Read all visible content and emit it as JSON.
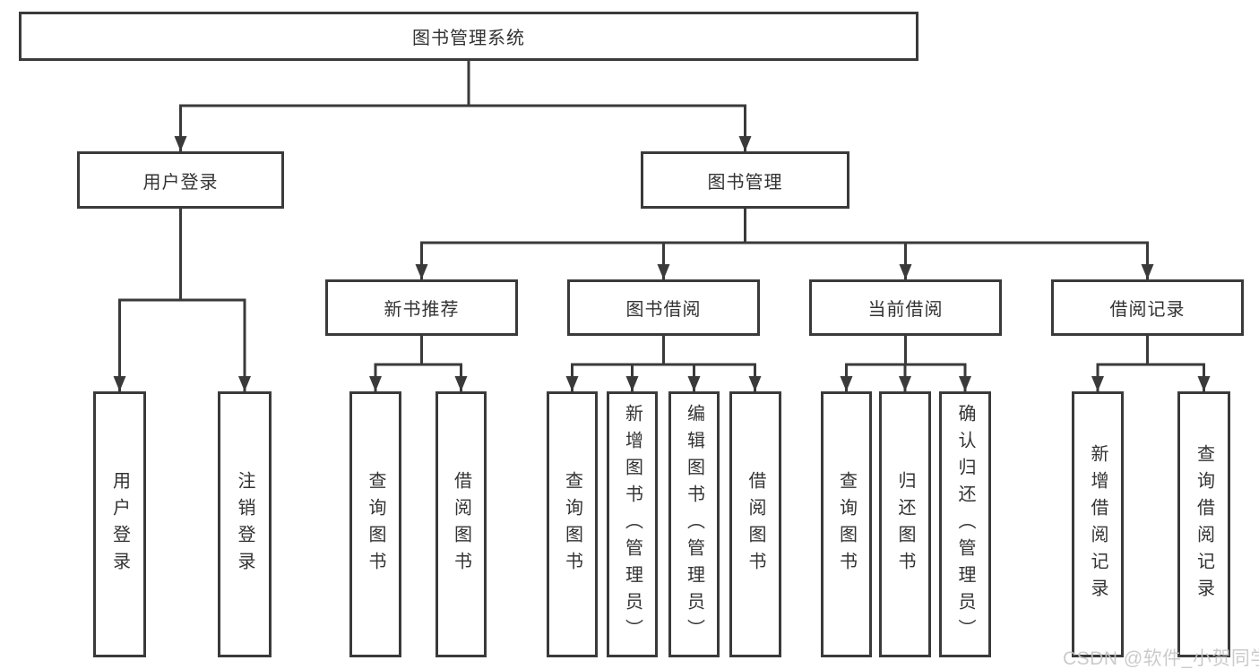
{
  "diagram": {
    "title": "图书管理系统",
    "nodes": {
      "root": {
        "label": "图书管理系统"
      },
      "user_login": {
        "label": "用户登录"
      },
      "book_management": {
        "label": "图书管理"
      },
      "new_book_recommend": {
        "label": "新书推荐"
      },
      "book_borrow": {
        "label": "图书借阅"
      },
      "current_borrow": {
        "label": "当前借阅"
      },
      "borrow_records": {
        "label": "借阅记录"
      },
      "leaf_user_login": {
        "label": "用户登录"
      },
      "leaf_logout": {
        "label": "注销登录"
      },
      "leaf_query_book_recommend": {
        "label": "查询图书"
      },
      "leaf_borrow_book_recommend": {
        "label": "借阅图书"
      },
      "leaf_query_book_borrow": {
        "label": "查询图书"
      },
      "leaf_add_book_admin": {
        "label": "新增图书（管理员）"
      },
      "leaf_edit_book_admin": {
        "label": "编辑图书（管理员）"
      },
      "leaf_borrow_book_borrow": {
        "label": "借阅图书"
      },
      "leaf_query_book_current": {
        "label": "查询图书"
      },
      "leaf_return_book": {
        "label": "归还图书"
      },
      "leaf_confirm_return_admin": {
        "label": "确认归还（管理员）"
      },
      "leaf_add_borrow_record": {
        "label": "新增借阅记录"
      },
      "leaf_query_borrow_record": {
        "label": "查询借阅记录"
      }
    },
    "edges": [
      [
        "root",
        "user_login"
      ],
      [
        "root",
        "book_management"
      ],
      [
        "user_login",
        "leaf_user_login"
      ],
      [
        "user_login",
        "leaf_logout"
      ],
      [
        "book_management",
        "new_book_recommend"
      ],
      [
        "book_management",
        "book_borrow"
      ],
      [
        "book_management",
        "current_borrow"
      ],
      [
        "book_management",
        "borrow_records"
      ],
      [
        "new_book_recommend",
        "leaf_query_book_recommend"
      ],
      [
        "new_book_recommend",
        "leaf_borrow_book_recommend"
      ],
      [
        "book_borrow",
        "leaf_query_book_borrow"
      ],
      [
        "book_borrow",
        "leaf_add_book_admin"
      ],
      [
        "book_borrow",
        "leaf_edit_book_admin"
      ],
      [
        "book_borrow",
        "leaf_borrow_book_borrow"
      ],
      [
        "current_borrow",
        "leaf_query_book_current"
      ],
      [
        "current_borrow",
        "leaf_return_book"
      ],
      [
        "current_borrow",
        "leaf_confirm_return_admin"
      ],
      [
        "borrow_records",
        "leaf_add_borrow_record"
      ],
      [
        "borrow_records",
        "leaf_query_borrow_record"
      ]
    ],
    "colors": {
      "line": "#3a3a3a",
      "box_border": "#3a3a3a",
      "text": "#333333",
      "background": "#ffffff",
      "watermark": "#c6c6c6"
    }
  },
  "watermark": {
    "text": "CSDN @软件_小贺同学"
  }
}
